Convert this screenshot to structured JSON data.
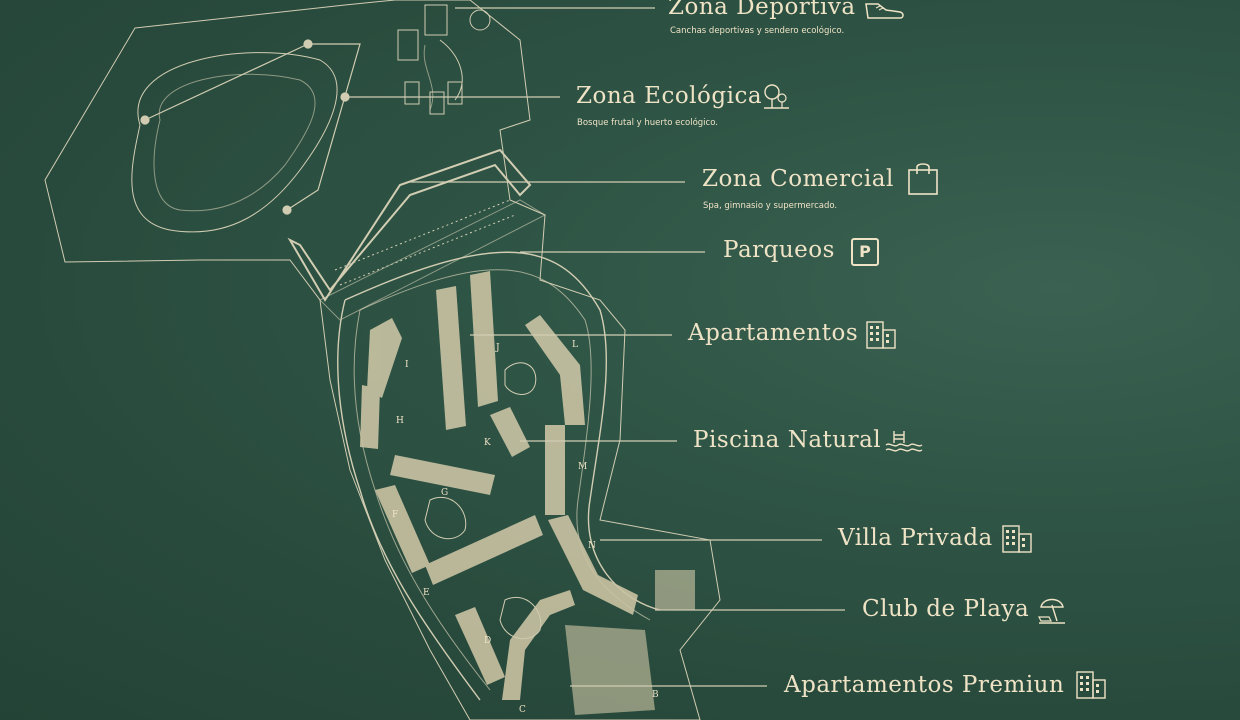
{
  "colors": {
    "background": "#2b4d3f",
    "ink": "#efe3c6"
  },
  "legend": [
    {
      "id": "zona-deportiva",
      "title": "Zona Deportiva",
      "subtitle": "Canchas deportivas y sendero ecológico.",
      "icon": "sneaker-icon"
    },
    {
      "id": "zona-ecologica",
      "title": "Zona Ecológica",
      "subtitle": "Bosque frutal y huerto ecológico.",
      "icon": "tree-icon"
    },
    {
      "id": "zona-comercial",
      "title": "Zona Comercial",
      "subtitle": "Spa, gimnasio y supermercado.",
      "icon": "shopping-bag-icon"
    },
    {
      "id": "parqueos",
      "title": "Parqueos",
      "subtitle": "",
      "icon": "parking-icon"
    },
    {
      "id": "apartamentos",
      "title": "Apartamentos",
      "subtitle": "",
      "icon": "building-icon"
    },
    {
      "id": "piscina-natural",
      "title": "Piscina Natural",
      "subtitle": "",
      "icon": "pool-icon"
    },
    {
      "id": "villa-privada",
      "title": "Villa Privada",
      "subtitle": "",
      "icon": "building-icon"
    },
    {
      "id": "club-de-playa",
      "title": "Club de Playa",
      "subtitle": "",
      "icon": "beach-umbrella-icon"
    },
    {
      "id": "apartamentos-premiun",
      "title": "Apartamentos Premiun",
      "subtitle": "",
      "icon": "building-icon"
    }
  ],
  "parking_symbol": "P",
  "zone_letters": [
    "B",
    "C",
    "D",
    "E",
    "F",
    "G",
    "H",
    "I",
    "J",
    "K",
    "L",
    "M",
    "N"
  ]
}
